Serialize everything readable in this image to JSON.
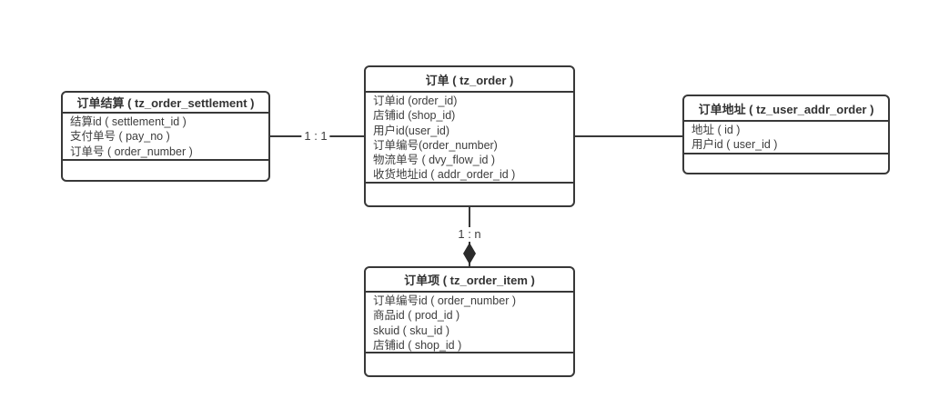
{
  "diagram": {
    "type": "er-diagram",
    "background": "#ffffff",
    "colors": {
      "line": "#383838",
      "text": "#3d3d3d",
      "title_text": "#333333"
    },
    "entities": [
      {
        "id": "tz_order_settlement",
        "title": "订单结算 ( tz_order_settlement )",
        "fields": [
          "结算id ( settlement_id )",
          "支付单号 ( pay_no )",
          "订单号 ( order_number )"
        ]
      },
      {
        "id": "tz_order",
        "title": "订单 ( tz_order )",
        "fields": [
          "订单id (order_id)",
          "店铺id (shop_id)",
          "用户id(user_id)",
          "订单编号(order_number)",
          "物流单号 ( dvy_flow_id )",
          "收货地址id ( addr_order_id )"
        ]
      },
      {
        "id": "tz_user_addr_order",
        "title": "订单地址 ( tz_user_addr_order )",
        "fields": [
          "地址 ( id )",
          "用户id ( user_id )"
        ]
      },
      {
        "id": "tz_order_item",
        "title": "订单项 ( tz_order_item )",
        "fields": [
          "订单编号id ( order_number )",
          "商品id ( prod_id )",
          "skuid ( sku_id )",
          "店铺id ( shop_id )"
        ]
      }
    ],
    "connectors": [
      {
        "from": "tz_order_settlement",
        "to": "tz_order",
        "label": "1 : 1",
        "arrow": "none"
      },
      {
        "from": "tz_order",
        "to": "tz_user_addr_order",
        "label": "",
        "arrow": "none"
      },
      {
        "from": "tz_order",
        "to": "tz_order_item",
        "label": "1 : n",
        "arrow": "filled-diamond"
      }
    ]
  }
}
